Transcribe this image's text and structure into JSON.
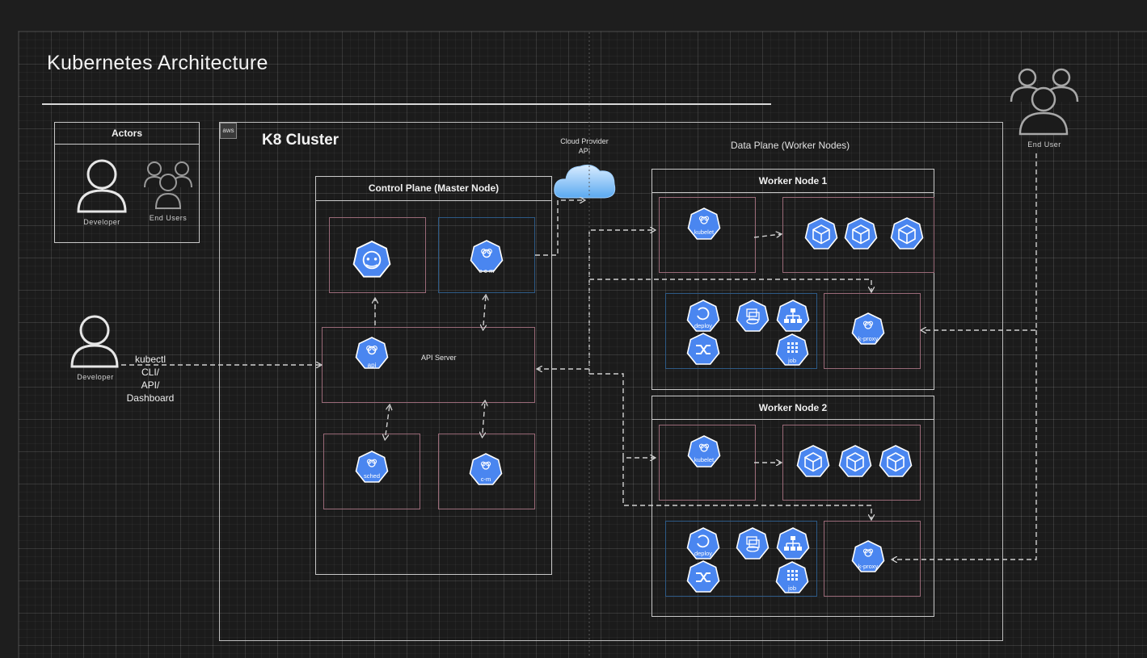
{
  "title": "Kubernetes Architecture",
  "actors": {
    "header": "Actors",
    "developer": "Developer",
    "end_users": "End Users"
  },
  "left_actor": {
    "label": "Developer",
    "access": [
      "kubectl",
      "CLI/",
      "API/",
      "Dashboard"
    ]
  },
  "end_user": {
    "label": "End User"
  },
  "cluster": {
    "badge": "aws",
    "title": "K8 Cluster",
    "cloud_provider": [
      "Cloud Provider",
      "API"
    ],
    "data_plane": "Data Plane (Worker Nodes)"
  },
  "control_plane": {
    "header": "Control Plane (Master Node)",
    "api_server": "API Server",
    "components": {
      "etcd": "",
      "ccm": "c-c-m",
      "api": "api",
      "sched": "sched",
      "cm": "c-m"
    }
  },
  "worker_nodes": [
    {
      "header": "Worker Node 1",
      "kubelet": "kubelet",
      "kproxy": "k-proxy",
      "deploy": "deploy",
      "job": "job"
    },
    {
      "header": "Worker Node 2",
      "kubelet": "kubelet",
      "kproxy": "k-proxy",
      "deploy": "deploy",
      "job": "job"
    }
  ],
  "colors": {
    "k8s_blue": "#326ce5",
    "icon_blue": "#4a86f0",
    "pink_border": "#9a6a78",
    "blue_border": "#2d5a86",
    "background": "#1b1b1b"
  }
}
